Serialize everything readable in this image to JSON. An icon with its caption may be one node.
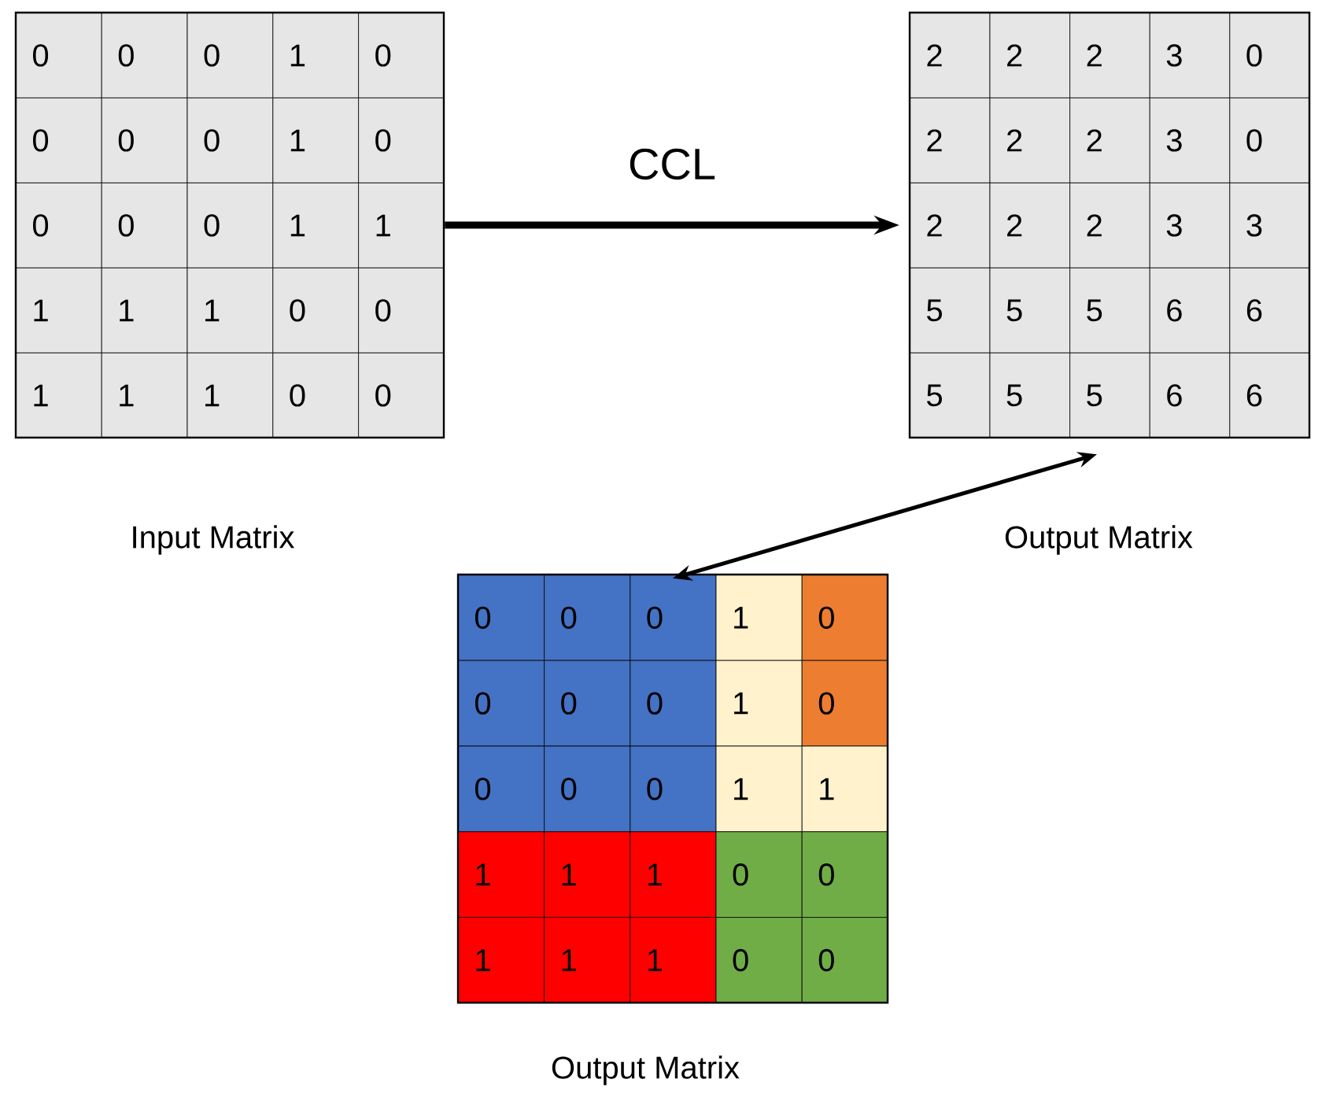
{
  "diagram": {
    "nodes": [
      {
        "text": [],
        "shape": "box",
        "beside": [
          "Input Matrix"
        ]
      },
      {
        "text": [],
        "shape": "box",
        "beside": [
          "Output Matrix"
        ]
      },
      {
        "text": [],
        "shape": "box",
        "beside": [
          "Output Matrix"
        ]
      }
    ],
    "edges": [
      {
        "from": 0,
        "to": 1,
        "arrow": "to",
        "label": "CCL",
        "style": "thick"
      },
      {
        "from": 1,
        "to": 2,
        "arrow": "both"
      }
    ],
    "labels": [
      "0",
      "0",
      "0",
      "1",
      "0",
      "0",
      "0",
      "0",
      "1",
      "0",
      "0",
      "0",
      "0",
      "1",
      "1",
      "1",
      "1",
      "1",
      "0",
      "0",
      "1",
      "1",
      "1",
      "0",
      "0",
      "2",
      "2",
      "2",
      "3",
      "0",
      "2",
      "2",
      "2",
      "3",
      "0",
      "2",
      "2",
      "2",
      "3",
      "3",
      "5",
      "5",
      "5",
      "6",
      "6",
      "5",
      "5",
      "5",
      "6",
      "6",
      "0",
      "0",
      "0",
      "1",
      "0",
      "0",
      "0",
      "0",
      "1",
      "0",
      "0",
      "0",
      "0",
      "1",
      "1",
      "1",
      "1",
      "1",
      "0",
      "0",
      "1",
      "1",
      "1",
      "0",
      "0"
    ]
  }
}
